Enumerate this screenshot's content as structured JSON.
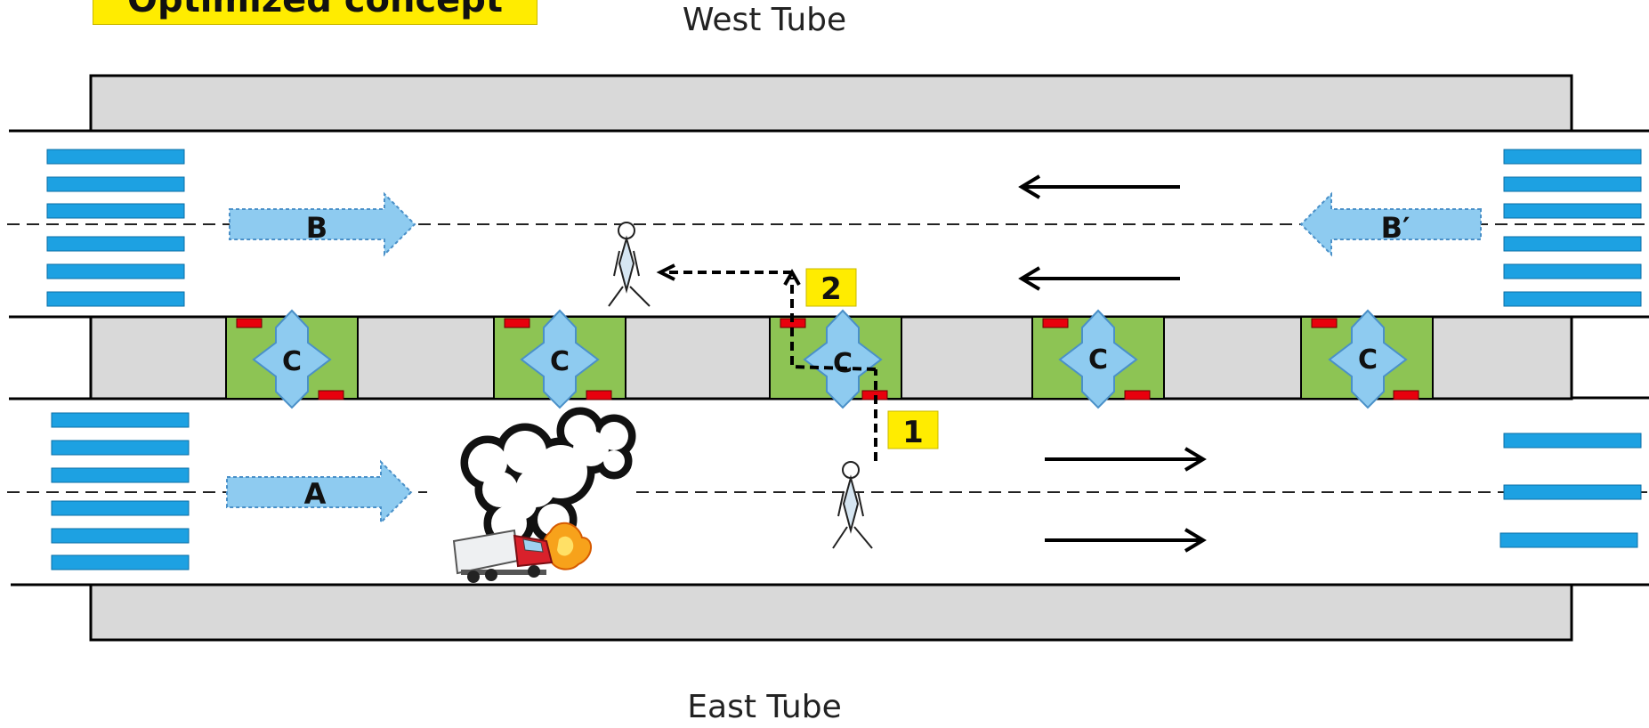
{
  "title": "Optimized concept",
  "labels": {
    "west_tube": "West Tube",
    "east_tube": "East Tube"
  },
  "flows": {
    "a": "A",
    "b": "B",
    "b_prime": "B′"
  },
  "crossings": {
    "label": "C",
    "count": 5
  },
  "steps": {
    "one": "1",
    "two": "2"
  },
  "icons": {
    "person": "person-icon",
    "fire": "burning-truck-icon",
    "smoke": "smoke-icon"
  },
  "colors": {
    "title_fill": "#ffec00",
    "step_fill": "#ffec00",
    "flow_arrow": "#8ecbf0",
    "crossing_fill": "#8dc454",
    "crossing_door": "#8ecbf0",
    "marker": "#e8000d",
    "ventilation": "#1da1e2",
    "wall": "#d9d9d9"
  }
}
